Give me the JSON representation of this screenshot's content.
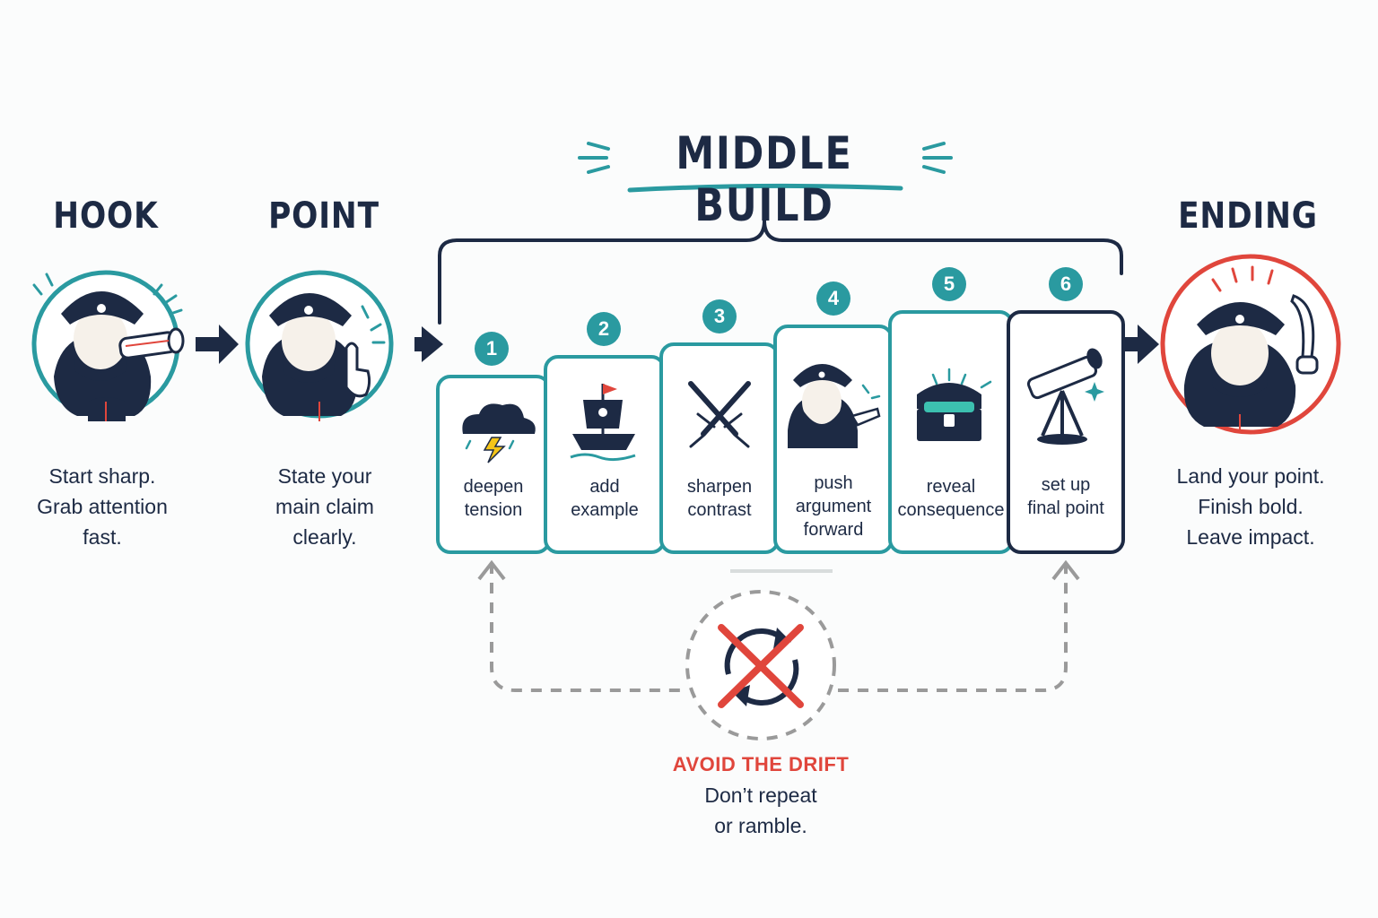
{
  "stages": {
    "hook": {
      "title": "HOOK",
      "lines": [
        "Start sharp.",
        "Grab attention",
        "fast."
      ]
    },
    "point": {
      "title": "POINT",
      "lines": [
        "State your",
        "main claim",
        "clearly."
      ]
    },
    "middle": {
      "title": "MIDDLE BUILD"
    },
    "ending": {
      "title": "ENDING",
      "lines": [
        "Land your point.",
        "Finish bold.",
        "Leave impact."
      ]
    }
  },
  "steps": [
    {
      "number": "1",
      "lines": [
        "deepen",
        "tension"
      ],
      "icon": "storm-cloud-icon"
    },
    {
      "number": "2",
      "lines": [
        "add",
        "example"
      ],
      "icon": "pirate-ship-icon"
    },
    {
      "number": "3",
      "lines": [
        "sharpen",
        "contrast"
      ],
      "icon": "crossed-swords-icon"
    },
    {
      "number": "4",
      "lines": [
        "push",
        "argument",
        "forward"
      ],
      "icon": "pointing-pirate-icon"
    },
    {
      "number": "5",
      "lines": [
        "reveal",
        "consequence"
      ],
      "icon": "treasure-chest-icon"
    },
    {
      "number": "6",
      "lines": [
        "set up",
        "final point"
      ],
      "icon": "telescope-icon"
    }
  ],
  "drift": {
    "title": "AVOID THE DRIFT",
    "lines": [
      "Don’t repeat",
      "or ramble."
    ],
    "icon": "crossed-out-loop-icon"
  },
  "colors": {
    "navy": "#1d2a44",
    "teal": "#2a9aa0",
    "red": "#e0463c",
    "gray": "#9a9a9a"
  }
}
